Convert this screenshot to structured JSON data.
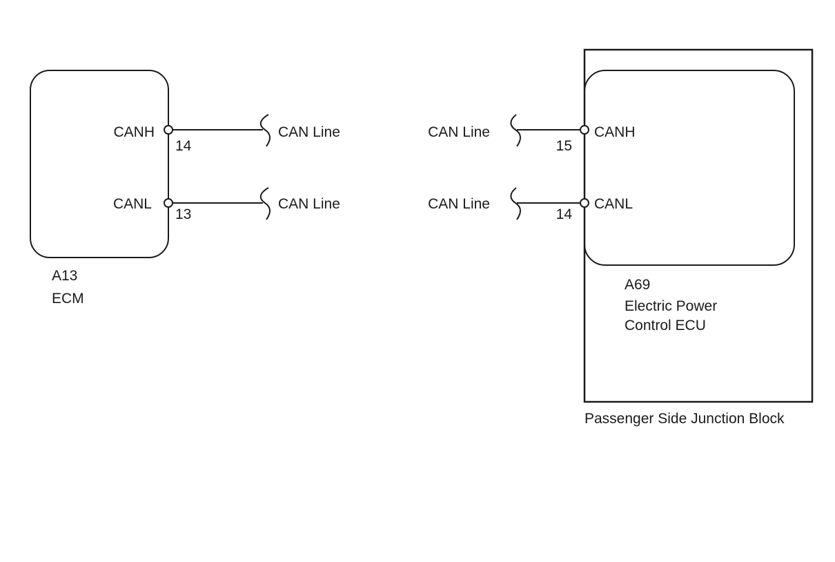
{
  "left_component": {
    "code": "A13",
    "name": "ECM",
    "pins": [
      {
        "signal": "CANH",
        "number": "14",
        "wire_label": "CAN Line"
      },
      {
        "signal": "CANL",
        "number": "13",
        "wire_label": "CAN Line"
      }
    ]
  },
  "right_component": {
    "code": "A69",
    "name_line1": "Electric Power",
    "name_line2": "Control ECU",
    "pins": [
      {
        "signal": "CANH",
        "number": "15",
        "wire_label": "CAN Line"
      },
      {
        "signal": "CANL",
        "number": "14",
        "wire_label": "CAN Line"
      }
    ]
  },
  "junction_block": {
    "label": "Passenger Side Junction Block"
  }
}
